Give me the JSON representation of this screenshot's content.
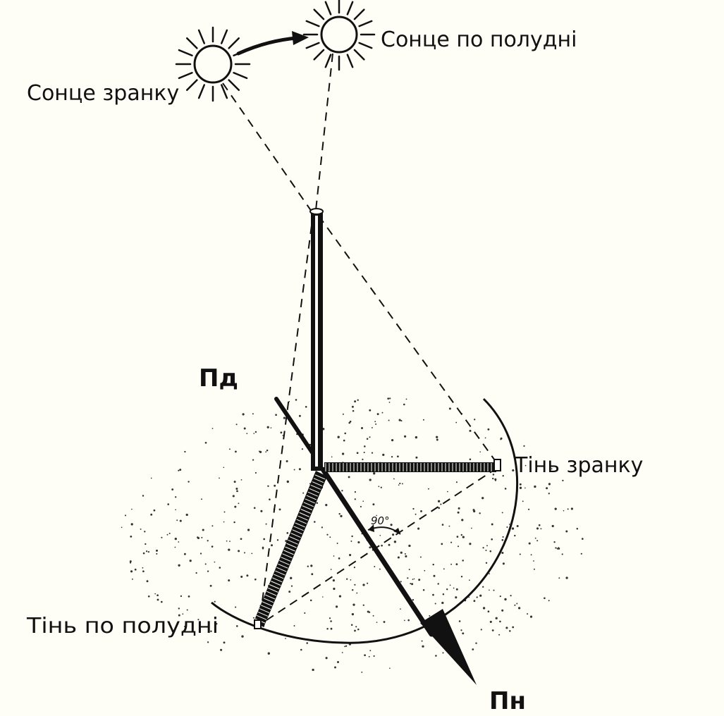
{
  "labels": {
    "sun_morning": "Сонце зранку",
    "sun_noon": "Сонце по полудні",
    "direction_south": "Пд",
    "direction_north": "Пн",
    "shadow_morning": "Тінь зранку",
    "shadow_noon": "Тінь по полудні",
    "right_angle": "90°"
  },
  "colors": {
    "ink": "#111111",
    "paper": "#fffef6"
  }
}
